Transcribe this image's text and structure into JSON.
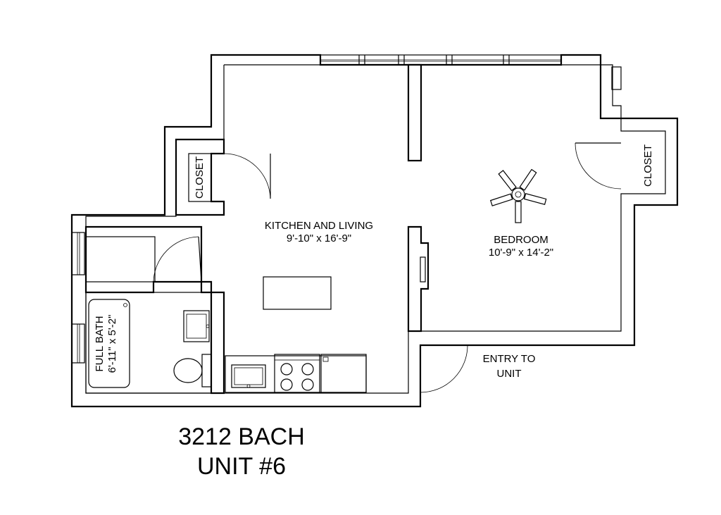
{
  "rooms": {
    "kitchen_living": {
      "name": "KITCHEN AND LIVING",
      "size": "9'-10\" x 16'-9\""
    },
    "bedroom": {
      "name": "BEDROOM",
      "size": "10'-9\" x 14'-2\""
    },
    "full_bath": {
      "name": "FULL BATH",
      "size": "6'-11\" x 5'-2\""
    },
    "closet_left": {
      "name": "CLOSET"
    },
    "closet_right": {
      "name": "CLOSET"
    },
    "entry": {
      "line1": "ENTRY TO",
      "line2": "UNIT"
    }
  },
  "title": {
    "line1": "3212 BACH",
    "line2": "UNIT #6"
  }
}
